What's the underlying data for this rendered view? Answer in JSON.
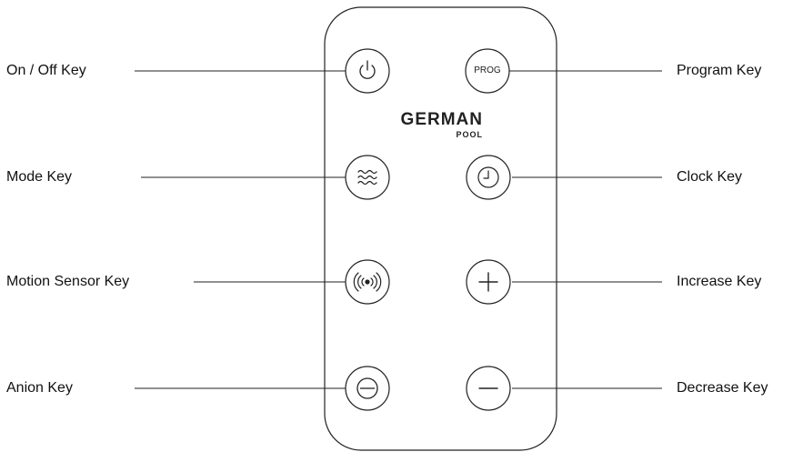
{
  "remote": {
    "brand": {
      "name": "GERMAN",
      "sub": "POOL"
    },
    "prog_button_text": "PROG"
  },
  "labels": {
    "on_off": "On / Off Key",
    "program": "Program Key",
    "mode": "Mode Key",
    "clock": "Clock Key",
    "motion_sensor": "Motion Sensor Key",
    "increase": "Increase Key",
    "anion": "Anion Key",
    "decrease": "Decrease Key"
  },
  "colors": {
    "line": "#222222",
    "text": "#111111"
  },
  "icons": [
    "power-icon",
    "waves-icon",
    "clock-icon",
    "wireless-icon",
    "plus-icon",
    "minus-circle-icon",
    "minus-icon"
  ]
}
